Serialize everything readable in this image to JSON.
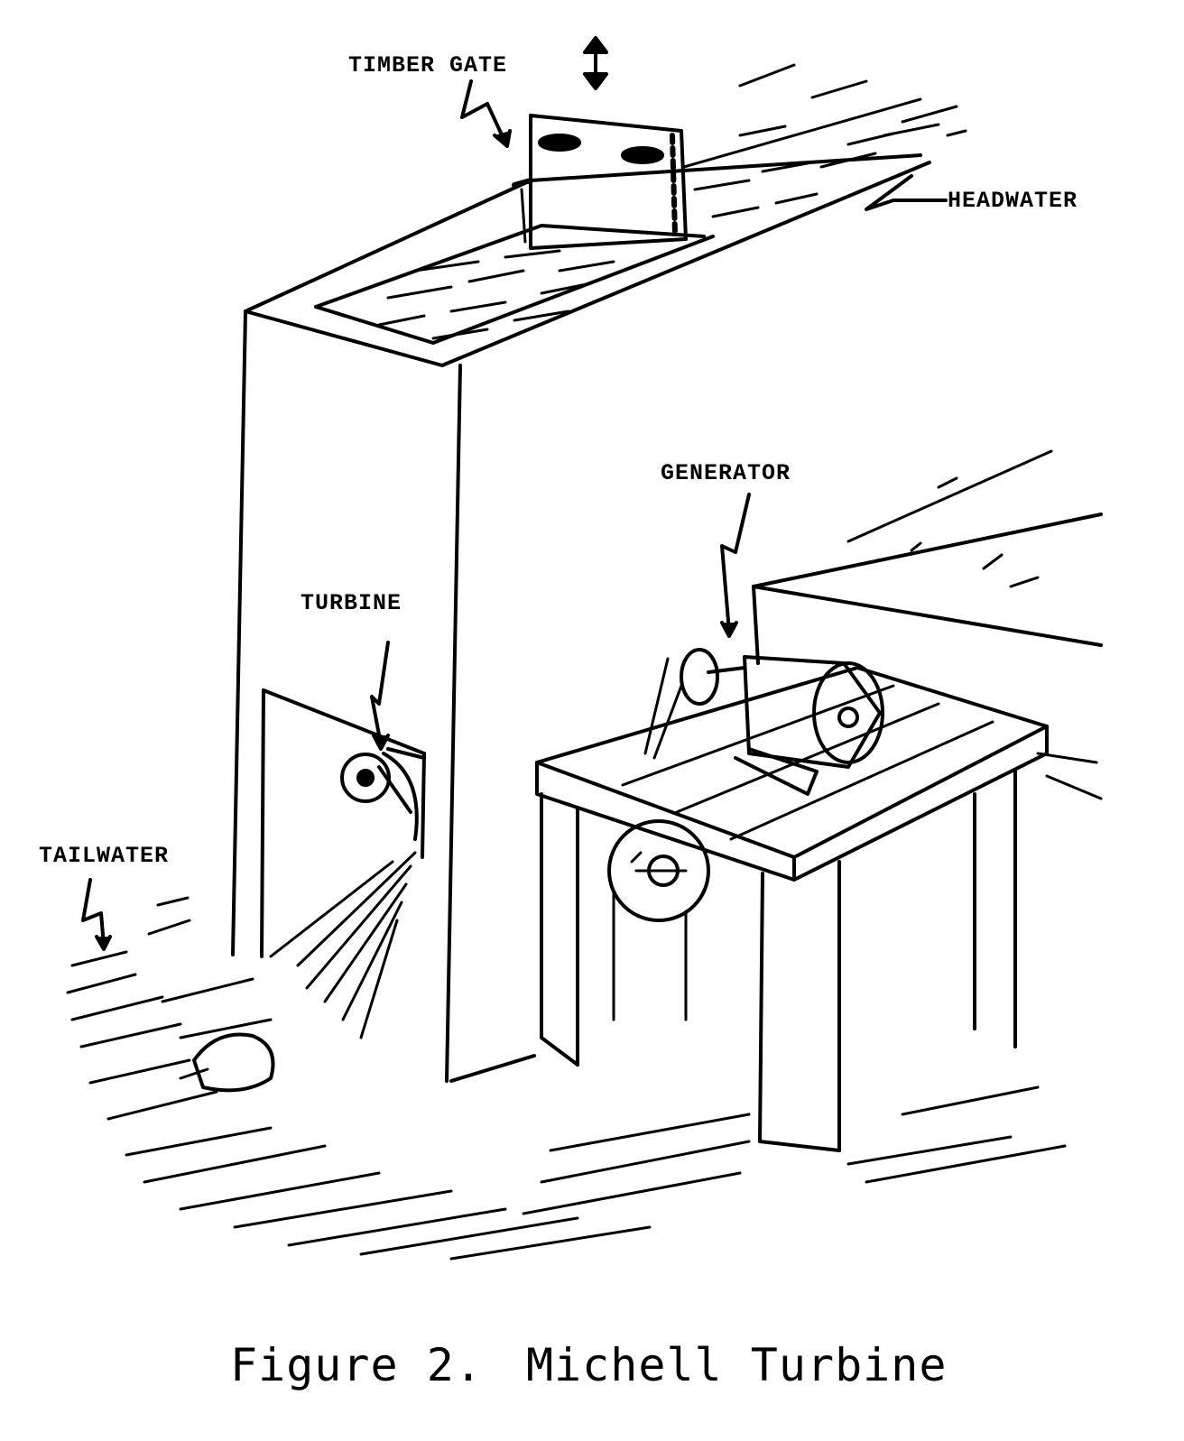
{
  "labels": {
    "timber_gate": "TIMBER GATE",
    "headwater": "HEADWATER",
    "generator": "GENERATOR",
    "turbine": "TURBINE",
    "tailwater": "TAILWATER"
  },
  "caption": {
    "figure_number": "Figure 2.",
    "title": "Michell Turbine"
  },
  "colors": {
    "ink": "#000000",
    "paper": "#ffffff"
  }
}
